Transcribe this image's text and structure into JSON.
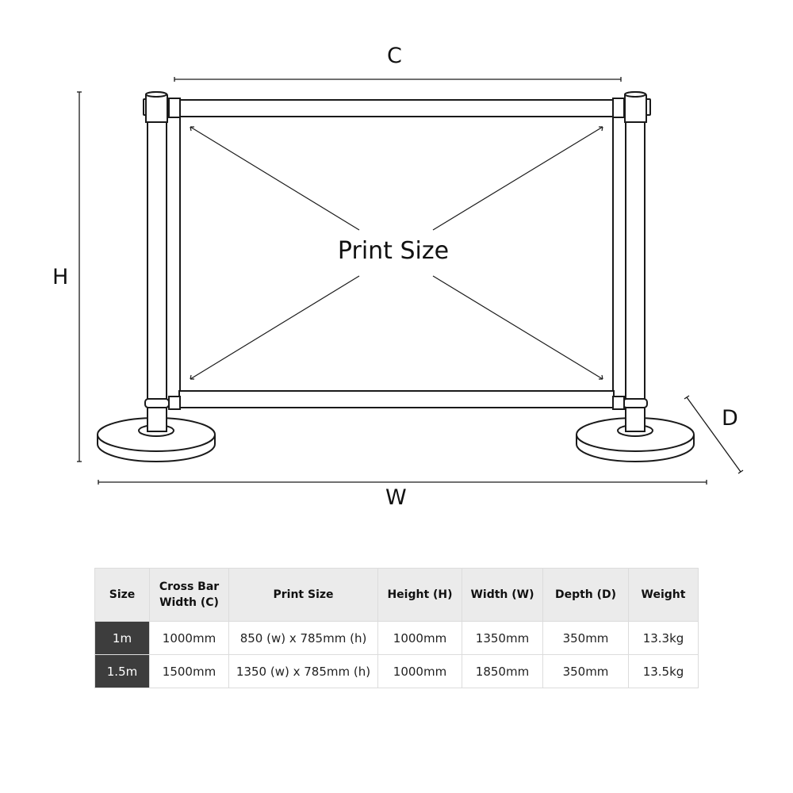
{
  "diagram": {
    "title": "Cafe barrier dimension diagram",
    "labels": {
      "cross_bar_width": "C",
      "height": "H",
      "width": "W",
      "depth": "D",
      "print_area": "Print Size"
    }
  },
  "table": {
    "headers": [
      "Size",
      "Cross Bar Width (C)",
      "Print Size",
      "Height (H)",
      "Width (W)",
      "Depth (D)",
      "Weight"
    ],
    "rows": [
      {
        "size": "1m",
        "cross_bar_width": "1000mm",
        "print_size": "850 (w) x 785mm (h)",
        "height": "1000mm",
        "width": "1350mm",
        "depth": "350mm",
        "weight": "13.3kg"
      },
      {
        "size": "1.5m",
        "cross_bar_width": "1500mm",
        "print_size": "1350 (w) x 785mm (h)",
        "height": "1000mm",
        "width": "1850mm",
        "depth": "350mm",
        "weight": "13.5kg"
      }
    ]
  },
  "colors": {
    "line": "#1a1a1a",
    "header_bg": "#ebebeb",
    "size_cell_bg": "#3d3d3d",
    "border": "#dcdcdc"
  }
}
